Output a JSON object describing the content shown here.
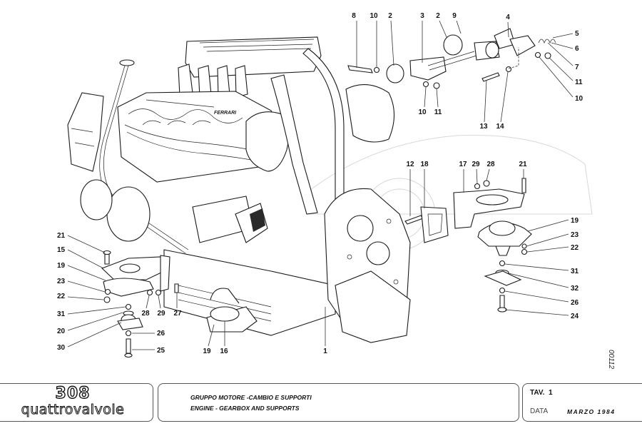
{
  "title_block": {
    "model_number": "308",
    "model_name": "quattrovalvole",
    "description_it": "GRUPPO MOTORE -CAMBIO E SUPPORTI",
    "description_en": "ENGINE - GEARBOX AND SUPPORTS",
    "table_label": "TAV.",
    "table_number": "1",
    "date_label": "DATA",
    "date_value": "MARZO 1984"
  },
  "sheet_code": "00112",
  "diagram": {
    "subject": "Engine, gearbox and supports exploded view",
    "callouts": {
      "top_assembly": [
        "8",
        "10",
        "2",
        "3",
        "2",
        "9",
        "4",
        "5",
        "6",
        "7",
        "11",
        "10",
        "10",
        "11",
        "13",
        "14"
      ],
      "right_mount": [
        "12",
        "18",
        "17",
        "29",
        "28",
        "21",
        "19",
        "23",
        "22",
        "31",
        "32",
        "26",
        "24"
      ],
      "left_mount": [
        "21",
        "15",
        "19",
        "23",
        "22",
        "31",
        "20",
        "30",
        "28",
        "29",
        "27",
        "26",
        "25",
        "19",
        "16"
      ],
      "engine": [
        "1"
      ]
    }
  }
}
